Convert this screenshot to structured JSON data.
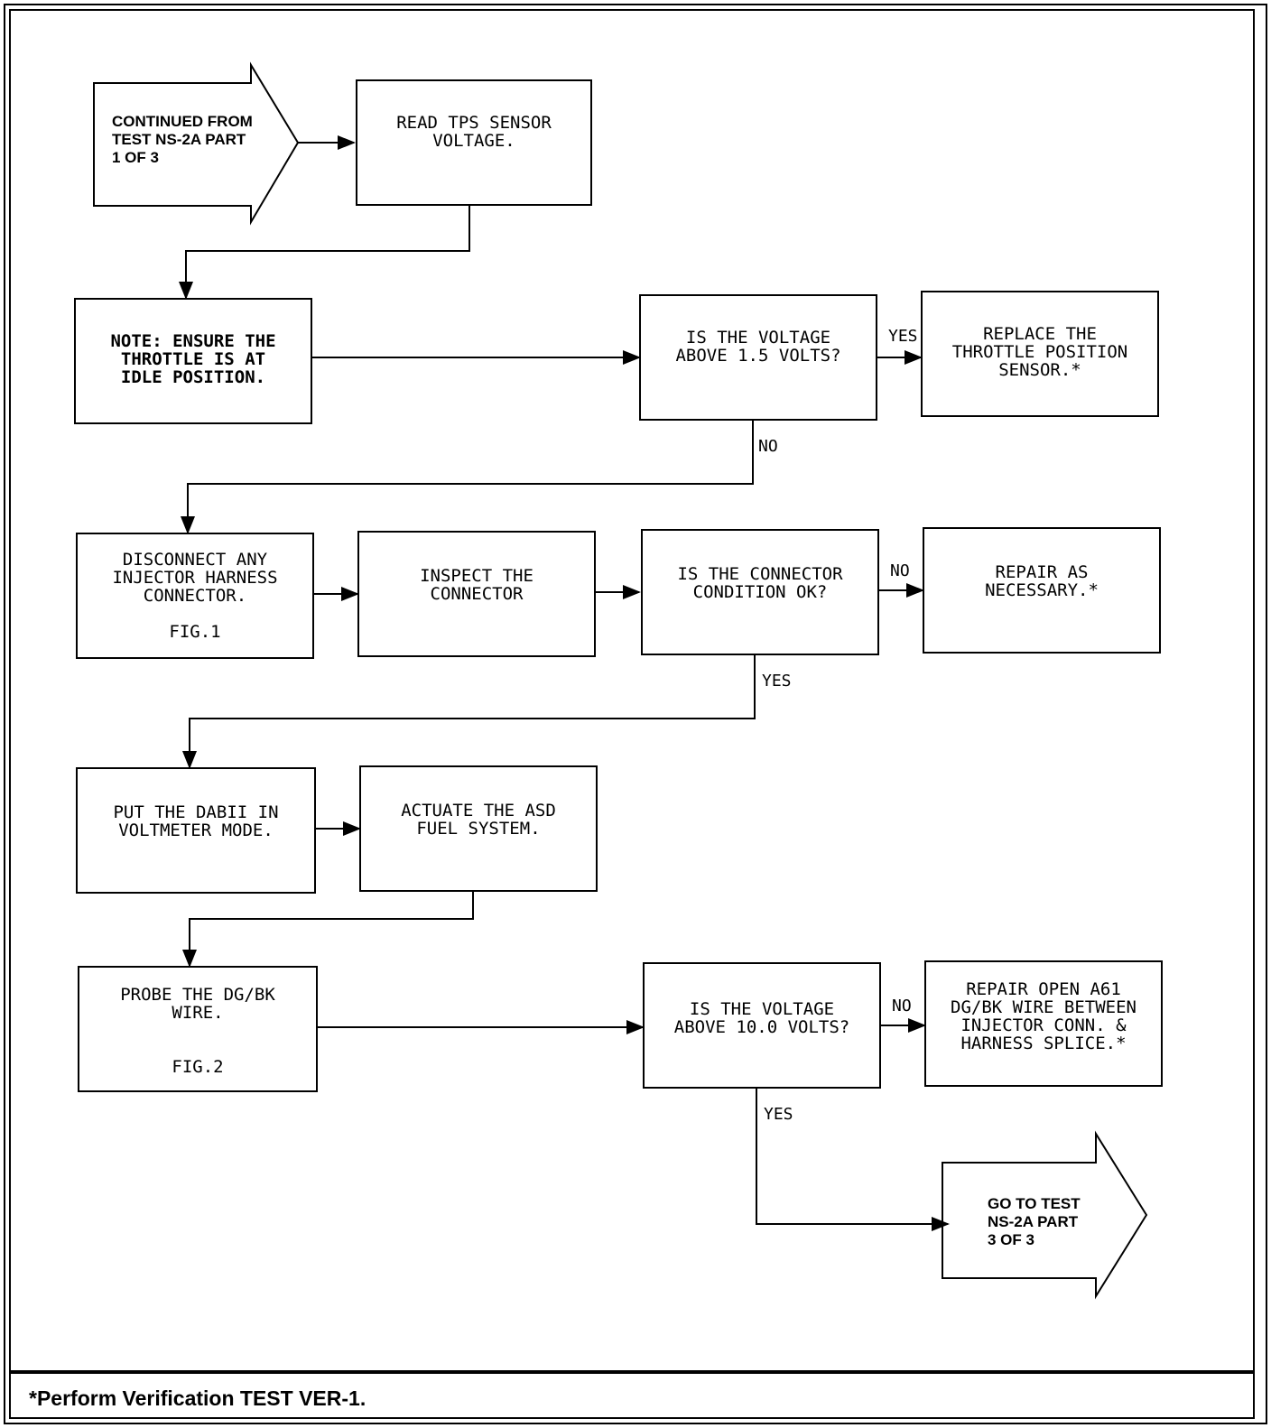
{
  "start": {
    "text": "CONTINUED FROM\nTEST NS-2A PART\n1 OF 3"
  },
  "end": {
    "text": "GO TO TEST\nNS-2A PART\n3 OF 3"
  },
  "boxes": {
    "read_tps": "READ TPS SENSOR\nVOLTAGE.",
    "note": "NOTE: ENSURE THE\nTHROTTLE IS AT\nIDLE POSITION.",
    "q_voltage_1_5": "IS THE VOLTAGE\nABOVE 1.5 VOLTS?",
    "replace_tps": "REPLACE THE\nTHROTTLE POSITION\nSENSOR.*",
    "disconnect": "DISCONNECT ANY\nINJECTOR HARNESS\nCONNECTOR.",
    "disconnect_fig": "FIG.1",
    "inspect": "INSPECT THE\nCONNECTOR",
    "q_connector": "IS THE CONNECTOR\nCONDITION OK?",
    "repair_necessary": "REPAIR AS\nNECESSARY.*",
    "put_dabii": "PUT THE DABII IN\nVOLTMETER MODE.",
    "actuate": "ACTUATE THE ASD\nFUEL SYSTEM.",
    "probe": "PROBE THE DG/BK\nWIRE.",
    "probe_fig": "FIG.2",
    "q_voltage_10": "IS THE VOLTAGE\nABOVE 10.0 VOLTS?",
    "repair_open": "REPAIR OPEN A61\nDG/BK WIRE BETWEEN\nINJECTOR CONN. &\nHARNESS SPLICE.*"
  },
  "labels": {
    "yes1": "YES",
    "no1": "NO",
    "no2": "NO",
    "yes2": "YES",
    "no3": "NO",
    "yes3": "YES"
  },
  "footer": "*Perform Verification TEST VER-1."
}
